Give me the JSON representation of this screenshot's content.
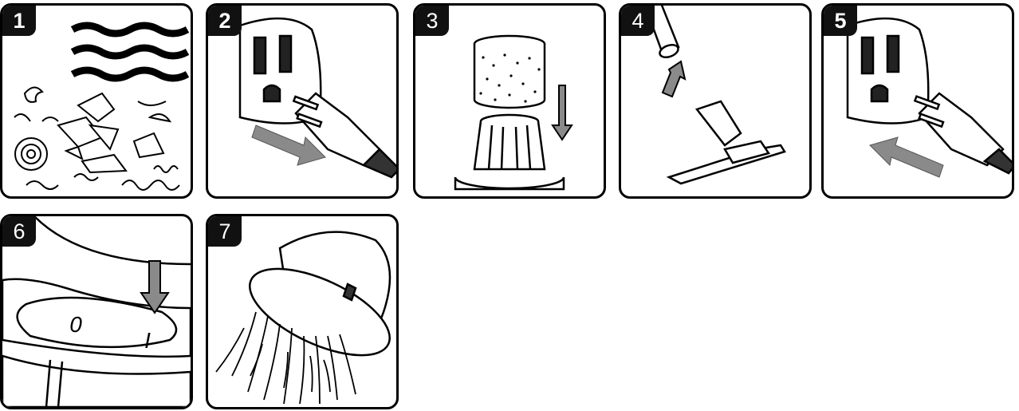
{
  "steps": [
    {
      "number": "1",
      "icon": "debris-icon"
    },
    {
      "number": "2",
      "icon": "unplug-icon"
    },
    {
      "number": "3",
      "icon": "filter-install-icon"
    },
    {
      "number": "4",
      "icon": "attach-nozzle-icon"
    },
    {
      "number": "5",
      "icon": "plug-in-icon"
    },
    {
      "number": "6",
      "icon": "power-switch-icon"
    },
    {
      "number": "7",
      "icon": "empty-liquid-icon"
    }
  ],
  "switch": {
    "off_label": "0",
    "on_label": "I"
  },
  "colors": {
    "outline": "#000000",
    "arrow_gray": "#8a8a8a",
    "panel_bg": "#ffffff"
  }
}
